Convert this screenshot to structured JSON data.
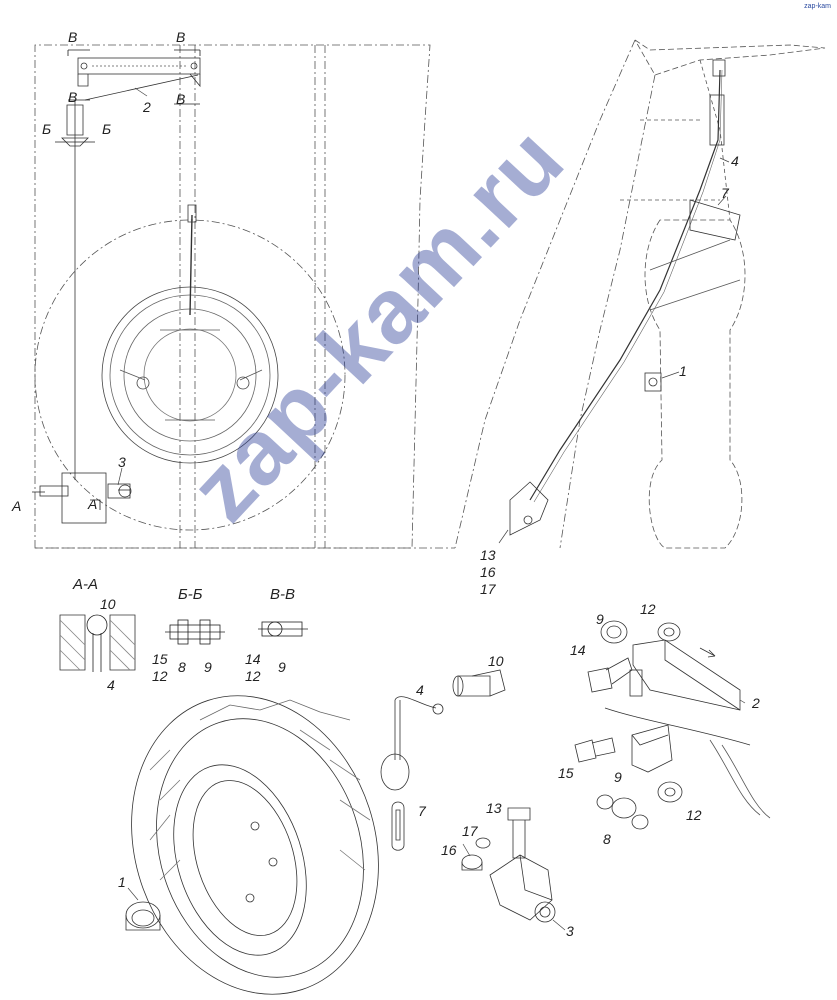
{
  "labels": {
    "b_tl": "В",
    "b_tr": "В",
    "b_ml": "В",
    "b_mr": "В",
    "s_l": "Б",
    "s_r": "Б",
    "a_l": "А",
    "a_r": "А",
    "n2_top": "2",
    "n3_top": "3",
    "n4_side": "4",
    "n7_side": "7",
    "n1_side": "1",
    "n13": "13",
    "n16": "16",
    "n17": "17"
  },
  "sections": {
    "aa_title": "А-А",
    "aa_10": "10",
    "aa_4": "4",
    "bb_title": "Б-Б",
    "bb_15": "15",
    "bb_12": "12",
    "bb_8": "8",
    "bb_9": "9",
    "vv_title": "В-В",
    "vv_14": "14",
    "vv_12": "12",
    "vv_9": "9"
  },
  "parts": {
    "p1": "1",
    "p2": "2",
    "p3": "3",
    "p4": "4",
    "p7": "7",
    "p8": "8",
    "p9a": "9",
    "p9b": "9",
    "p10": "10",
    "p12a": "12",
    "p12b": "12",
    "p13": "13",
    "p14": "14",
    "p15": "15",
    "p16": "16",
    "p17": "17"
  },
  "watermark": "zap-kam.ru",
  "corner_mark": "zap-kam"
}
